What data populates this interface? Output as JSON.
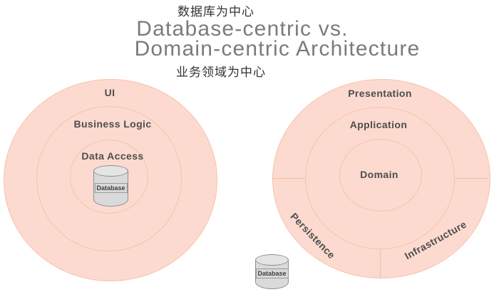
{
  "header": {
    "caption_top_zh": "数据库为中心",
    "title_line1": "Database-centric vs.",
    "title_line2": "Domain-centric Architecture",
    "caption_bottom_zh": "业务领域为中心"
  },
  "diagrams": {
    "left": {
      "layers": [
        {
          "label": "UI"
        },
        {
          "label": "Business Logic"
        },
        {
          "label": "Data Access"
        }
      ],
      "database_label": "Database"
    },
    "right": {
      "layers": [
        {
          "label": "Presentation"
        },
        {
          "label": "Application"
        },
        {
          "label": "Domain"
        },
        {
          "label": "Persistence"
        },
        {
          "label": "Infrastructure"
        }
      ],
      "database_label": "Database"
    }
  },
  "colors": {
    "ring_fill": "#fcdacf",
    "ring_stroke": "#f6c3ac",
    "title_text": "#7b7b7b",
    "caption_text": "#333333",
    "layer_label_text": "#4d4d4d",
    "cylinder_fill": "#dadada",
    "cylinder_stroke": "#8f8f8f"
  }
}
